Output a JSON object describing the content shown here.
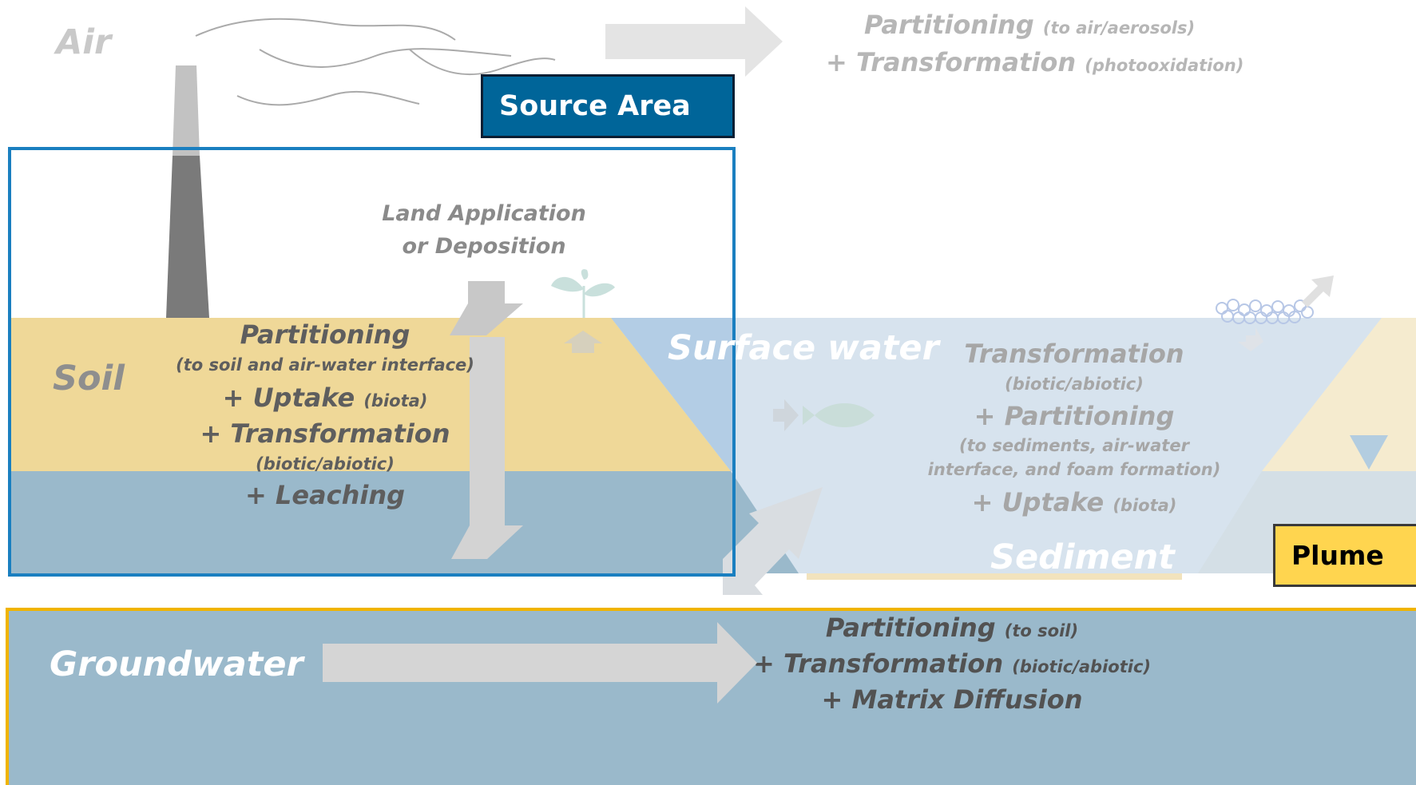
{
  "labels": {
    "air": "Air",
    "soil": "Soil",
    "surface_water": "Surface water",
    "sediment": "Sediment",
    "groundwater": "Groundwater",
    "source_area": "Source Area",
    "plume": "Plume"
  },
  "air_process": {
    "line1_main": "Partitioning",
    "line1_note": "(to air/aerosols)",
    "line2_main": "+ Transformation",
    "line2_note": "(photooxidation)"
  },
  "land_application": {
    "line1": "Land Application",
    "line2": "or Deposition"
  },
  "soil_process": {
    "line1": "Partitioning",
    "line2": "(to soil and air-water interface)",
    "line3_main": "+ Uptake",
    "line3_note": "(biota)",
    "line4": "+ Transformation",
    "line5": "(biotic/abiotic)",
    "line6": "+ Leaching"
  },
  "surface_water_process": {
    "line1": "Transformation",
    "line2": "(biotic/abiotic)",
    "line3": "+ Partitioning",
    "line4": "(to sediments, air-water",
    "line5": "interface, and foam formation)",
    "line6_main": "+ Uptake",
    "line6_note": "(biota)"
  },
  "groundwater_process": {
    "line1_main": "Partitioning",
    "line1_note": "(to soil)",
    "line2_main": "+ Transformation",
    "line2_note": "(biotic/abiotic)",
    "line3": "+ Matrix Diffusion"
  },
  "colors": {
    "soil": "#efd898",
    "soil_water": "#9ab9cb",
    "surface_water": "#d7e3ee",
    "groundwater": "#9ab9cb",
    "source_area_box": "#006599",
    "source_area_border": "#1a7fc0",
    "plume_fill": "#ffd54f",
    "plume_border": "#f0b400",
    "arrow_gray": "#d5d5d5"
  }
}
